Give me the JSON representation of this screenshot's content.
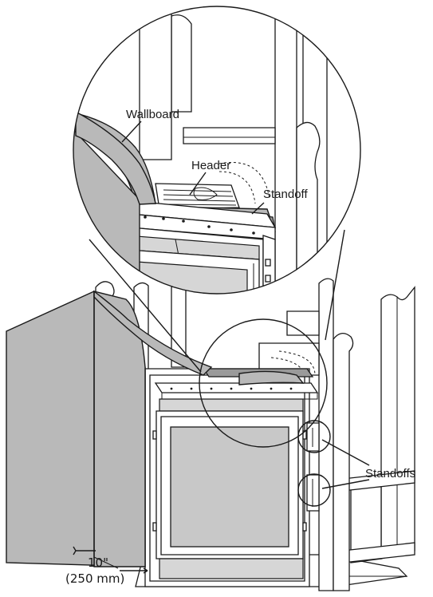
{
  "labels": {
    "wallboard": "Wallboard",
    "header": "Header",
    "standoff": "Standoff",
    "standoffs": "Standoffs",
    "dimension_in": "10\"",
    "dimension_mm": "(250 mm)"
  },
  "colors": {
    "line": "#1a1a1a",
    "wallboard_gray": "#b9b9b9",
    "glass_gray": "#c8c8c8",
    "background": "#ffffff"
  }
}
